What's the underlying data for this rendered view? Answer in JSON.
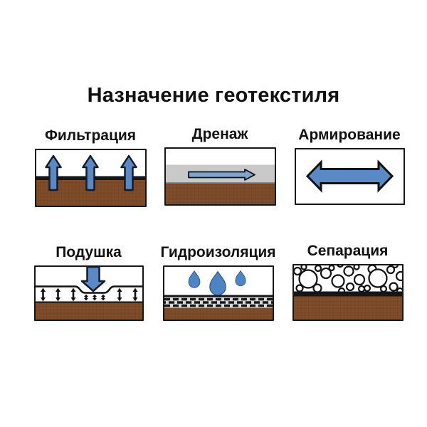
{
  "title": "Назначение геотекстиля",
  "panels": [
    {
      "id": "filtration",
      "label": "Фильтрация"
    },
    {
      "id": "drainage",
      "label": "Дренаж"
    },
    {
      "id": "reinforcement",
      "label": "Армирование"
    },
    {
      "id": "cushion",
      "label": "Подушка"
    },
    {
      "id": "waterproofing",
      "label": "Гидроизоляция"
    },
    {
      "id": "separation",
      "label": "Сепарация"
    }
  ],
  "colors": {
    "bg": "#ffffff",
    "text": "#111111",
    "ink": "#161616",
    "soil-brown": "#7e4c29",
    "arrow-blue": "#5b89c6",
    "drop-blue": "#4d84c4",
    "drain-arrow-blue": "#7fa4d0",
    "drain-gray": "#c9c9c9",
    "band-gray": "#d8d8d8"
  }
}
